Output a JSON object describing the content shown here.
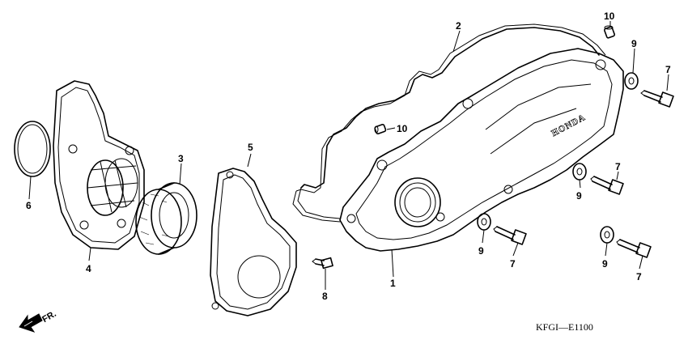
{
  "callouts": {
    "c1": "1",
    "c2": "2",
    "c3": "3",
    "c4": "4",
    "c5": "5",
    "c6": "6",
    "c7a": "7",
    "c7b": "7",
    "c7c": "7",
    "c7d": "7",
    "c8": "8",
    "c9a": "9",
    "c9b": "9",
    "c9c": "9",
    "c9d": "9",
    "c10a": "10",
    "c10b": "10"
  },
  "brand_mark": "HONDA",
  "direction_label": "FR.",
  "diagram_code": "KFGI—E1100"
}
